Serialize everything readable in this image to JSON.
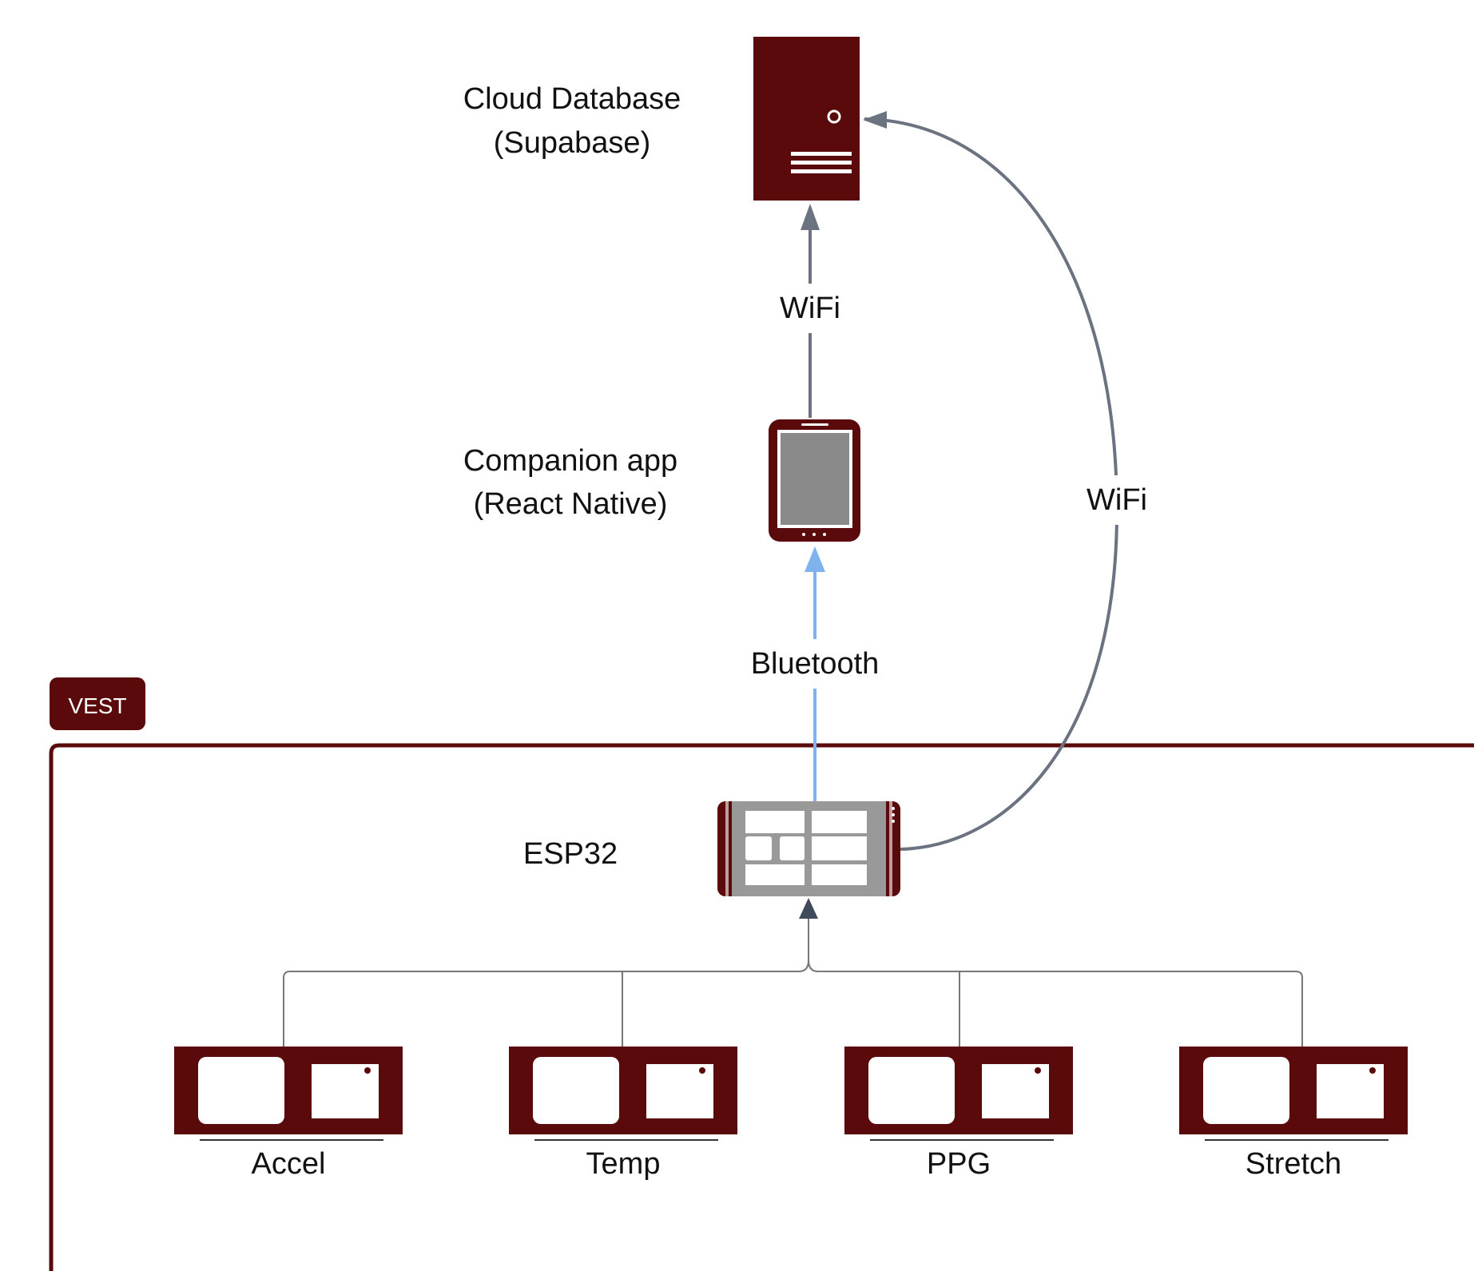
{
  "colors": {
    "maroon": "#5a0a0a",
    "arrow_gray": "#6b7280",
    "bluetooth_blue": "#7fb3ee",
    "screen_gray": "#8a8a8a",
    "connector_gray": "#777777"
  },
  "nodes": {
    "cloud": {
      "line1": "Cloud Database",
      "line2": "(Supabase)",
      "icon": "server-icon"
    },
    "app": {
      "line1": "Companion app",
      "line2": "(React Native)",
      "icon": "tablet-icon"
    },
    "esp32": {
      "label": "ESP32",
      "icon": "microcontroller-icon"
    }
  },
  "edges": {
    "app_to_cloud": "WiFi",
    "esp_to_app": "Bluetooth",
    "esp_to_cloud": "WiFi"
  },
  "vest": {
    "badge": "VEST"
  },
  "sensors": [
    {
      "label": "Accel",
      "icon": "sensor-module-icon"
    },
    {
      "label": "Temp",
      "icon": "sensor-module-icon"
    },
    {
      "label": "PPG",
      "icon": "sensor-module-icon"
    },
    {
      "label": "Stretch",
      "icon": "sensor-module-icon"
    }
  ]
}
